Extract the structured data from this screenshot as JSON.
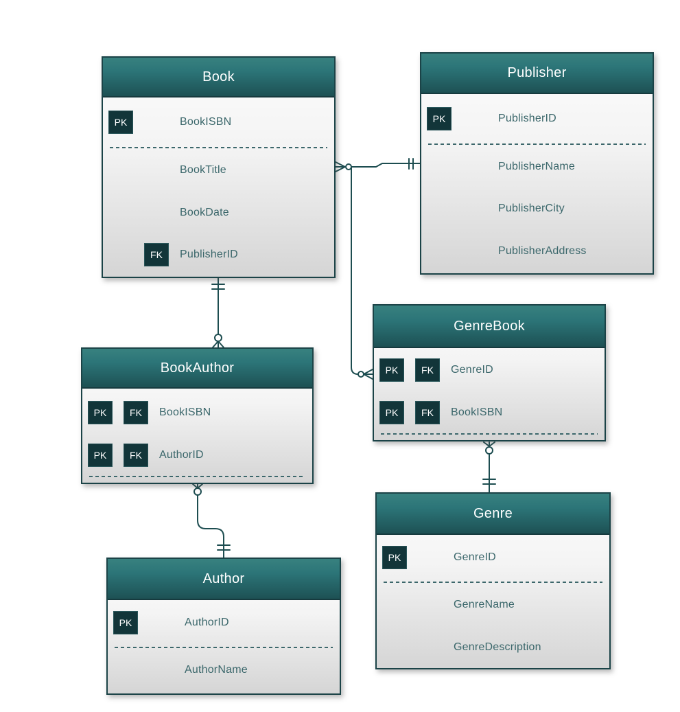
{
  "diagram": {
    "type": "entity-relationship",
    "colors": {
      "header_top": "#38817f",
      "header_bottom": "#1d5154",
      "entity_border": "#1b4347",
      "body_top": "#fcfcfc",
      "body_bottom": "#d5d5d5",
      "key_badge_bg": "#123539",
      "field_text": "#3b676b",
      "title_text": "#ffffff",
      "connector": "#1d4d50",
      "background": "#ffffff"
    }
  },
  "badges": {
    "pk": "PK",
    "fk": "FK"
  },
  "entities": [
    {
      "id": "book",
      "title": "Book",
      "fields": [
        {
          "name": "BookISBN",
          "keys": [
            "PK"
          ]
        },
        {
          "name": "BookTitle",
          "keys": []
        },
        {
          "name": "BookDate",
          "keys": []
        },
        {
          "name": "PublisherID",
          "keys": [
            "FK"
          ]
        }
      ]
    },
    {
      "id": "publisher",
      "title": "Publisher",
      "fields": [
        {
          "name": "PublisherID",
          "keys": [
            "PK"
          ]
        },
        {
          "name": "PublisherName",
          "keys": []
        },
        {
          "name": "PublisherCity",
          "keys": []
        },
        {
          "name": "PublisherAddress",
          "keys": []
        }
      ]
    },
    {
      "id": "genrebook",
      "title": "GenreBook",
      "fields": [
        {
          "name": "GenreID",
          "keys": [
            "PK",
            "FK"
          ]
        },
        {
          "name": "BookISBN",
          "keys": [
            "PK",
            "FK"
          ]
        }
      ]
    },
    {
      "id": "bookauthor",
      "title": "BookAuthor",
      "fields": [
        {
          "name": "BookISBN",
          "keys": [
            "PK",
            "FK"
          ]
        },
        {
          "name": "AuthorID",
          "keys": [
            "PK",
            "FK"
          ]
        }
      ]
    },
    {
      "id": "genre",
      "title": "Genre",
      "fields": [
        {
          "name": "GenreID",
          "keys": [
            "PK"
          ]
        },
        {
          "name": "GenreName",
          "keys": []
        },
        {
          "name": "GenreDescription",
          "keys": []
        }
      ]
    },
    {
      "id": "author",
      "title": "Author",
      "fields": [
        {
          "name": "AuthorID",
          "keys": [
            "PK"
          ]
        },
        {
          "name": "AuthorName",
          "keys": []
        }
      ]
    }
  ],
  "relationships": [
    {
      "from": "Publisher",
      "to": "Book",
      "from_end": "one-and-only-one",
      "to_end": "zero-or-many"
    },
    {
      "from": "Book",
      "to": "GenreBook",
      "from_end": "shared-junction",
      "to_end": "zero-or-many"
    },
    {
      "from": "Book",
      "to": "BookAuthor",
      "from_end": "one-and-only-one",
      "to_end": "zero-or-many"
    },
    {
      "from": "Author",
      "to": "BookAuthor",
      "from_end": "one-and-only-one",
      "to_end": "zero-or-many"
    },
    {
      "from": "Genre",
      "to": "GenreBook",
      "from_end": "one-and-only-one",
      "to_end": "zero-or-many"
    }
  ]
}
